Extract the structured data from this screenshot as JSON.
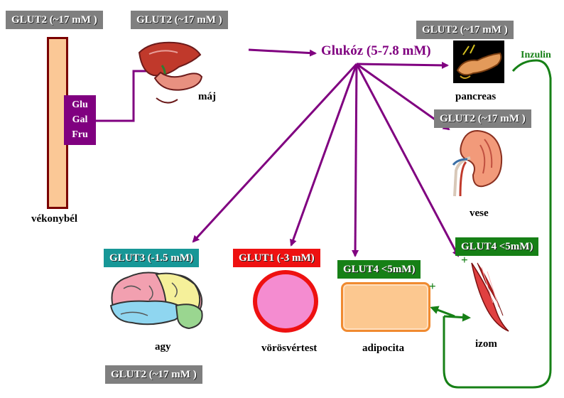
{
  "transporters": {
    "glut2_intestine": "GLUT2 (~17 mM )",
    "glut2_liver": "GLUT2 (~17 mM )",
    "glut2_pancreas": "GLUT2 (~17 mM )",
    "glut2_kidney": "GLUT2 (~17 mM )",
    "glut3_brain": "GLUT3 (-1.5 mM)",
    "glut1_rbc": "GLUT1 (-3 mM)",
    "glut4_adipocyte": "GLUT4 <5mM)",
    "glut4_muscle": "GLUT4 <5mM)",
    "glut2_bottom": "GLUT2 (~17 mM )"
  },
  "sugars": {
    "glu": "Glu",
    "gal": "Gal",
    "fru": "Fru"
  },
  "center": {
    "glucose": "Glukóz (5-7.8 mM)"
  },
  "hormone": {
    "insulin": "Inzulin"
  },
  "plus_signs": {
    "adipocyte": "+",
    "muscle": "+"
  },
  "organs": {
    "intestine": "vékonybél",
    "liver": "máj",
    "pancreas": "pancreas",
    "kidney": "vese",
    "brain": "agy",
    "rbc": "vörösvértest",
    "adipocyte": "adipocita",
    "muscle": "izom"
  },
  "colors": {
    "purple": "#800080",
    "green": "#168016",
    "intestine_fill": "#fbc896",
    "intestine_border": "#7a0000",
    "rbc_fill": "#f48cd0",
    "rbc_border": "#ee1111",
    "adipocyte_fill": "#fcc890",
    "adipocyte_border": "#f08a30"
  }
}
